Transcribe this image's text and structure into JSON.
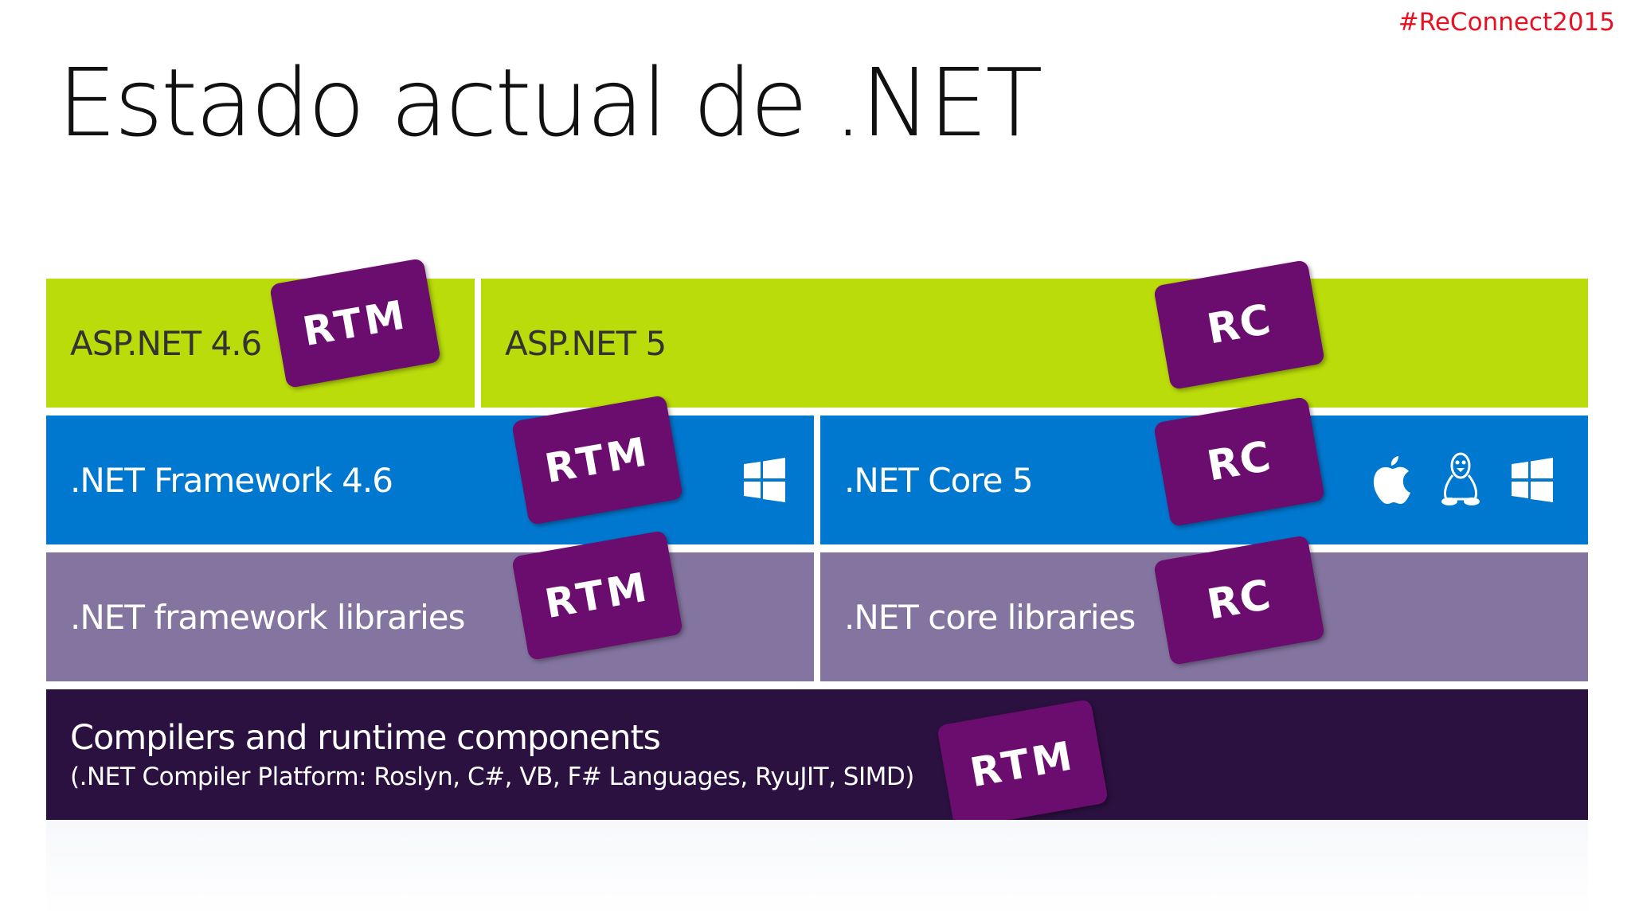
{
  "slide": {
    "hashtag": "#ReConnect2015",
    "title": "Estado actual de .NET"
  },
  "diagram": {
    "blocks": {
      "aspnet46": "ASP.NET 4.6",
      "aspnet5": "ASP.NET 5",
      "netfw46": ".NET Framework 4.6",
      "netcore5": ".NET Core 5",
      "fwlibs": ".NET framework libraries",
      "corelibs": ".NET core libraries",
      "compilers_line1": "Compilers and runtime components",
      "compilers_line2": "(.NET Compiler Platform: Roslyn, C#, VB, F# Languages, RyuJIT, SIMD)"
    },
    "badges": {
      "aspnet46": "RTM",
      "aspnet5": "RC",
      "netfw46": "RTM",
      "netcore5": "RC",
      "fwlibs": "RTM",
      "corelibs": "RC",
      "compilers": "RTM"
    },
    "icons": {
      "netfw46": [
        "windows-icon"
      ],
      "netcore5": [
        "apple-icon",
        "linux-icon",
        "windows-icon"
      ]
    },
    "colors": {
      "aspnet": "#badc0a",
      "framework": "#0078d0",
      "libraries": "#8474a0",
      "compilers": "#2a1140",
      "badge": "#6a0d6e",
      "hashtag": "#e81123"
    }
  }
}
